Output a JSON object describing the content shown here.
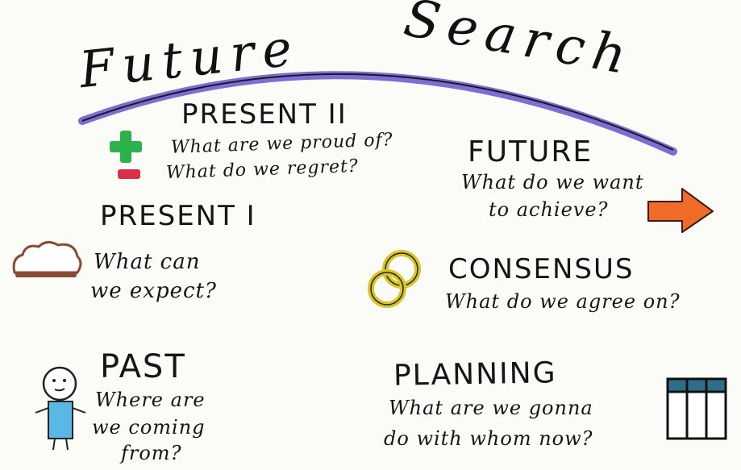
{
  "title": {
    "word1": "Future",
    "word2": "Search"
  },
  "sections": {
    "present2": {
      "heading": "PRESENT II",
      "line1": "What are we proud of?",
      "line2": "What do we regret?"
    },
    "future": {
      "heading": "FUTURE",
      "line1": "What do we want",
      "line2": "to achieve?"
    },
    "present1": {
      "heading": "PRESENT I",
      "line1": "What can",
      "line2": "we expect?"
    },
    "consensus": {
      "heading": "CONSENSUS",
      "line1": "What do we agree on?"
    },
    "past": {
      "heading": "PAST",
      "line1": "Where are",
      "line2": "we coming",
      "line3": "from?"
    },
    "planning": {
      "heading": "PLANNING",
      "line1": "What are we gonna",
      "line2": "do with whom now?"
    }
  },
  "icons": [
    "plus-icon",
    "minus-icon",
    "arrow-right-icon",
    "cloud-icon",
    "chain-rings-icon",
    "person-icon",
    "calendar-grid-icon"
  ],
  "colors": {
    "arc": "#7b6fd6",
    "plus": "#2bb24a",
    "minus": "#d9304a",
    "arrow": "#f06a2a",
    "cloud": "#8a4a36",
    "rings": "#d8c52a",
    "person_body": "#5ab8e6",
    "calendar_top": "#2f6e8a"
  }
}
